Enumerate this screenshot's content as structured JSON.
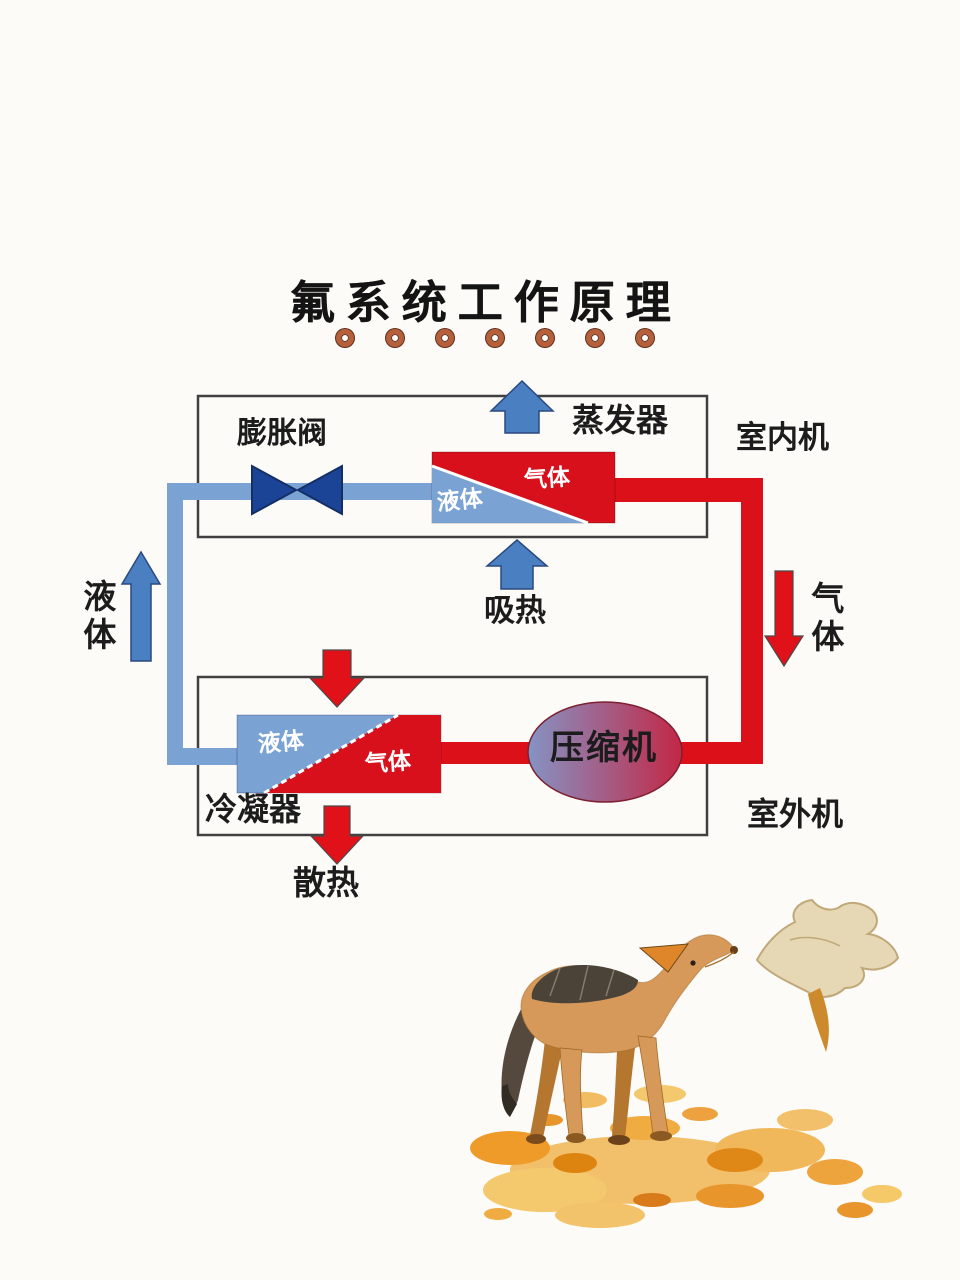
{
  "title": "氟系统工作原理",
  "decoration": {
    "dot_count": 7
  },
  "labels": {
    "expansion_valve": "膨胀阀",
    "evaporator": "蒸发器",
    "indoor_unit": "室内机",
    "absorb_heat": "吸热",
    "liquid_riser": "液体",
    "gas_downcomer": "气体",
    "evaporator_gas": "气体",
    "evaporator_liquid": "液体",
    "condenser_liquid": "液体",
    "condenser_gas": "气体",
    "compressor": "压缩机",
    "condenser": "冷凝器",
    "release_heat": "散热",
    "outdoor_unit": "室外机"
  },
  "colors": {
    "pipe_blue": "#7aa3d4",
    "valve_blue": "#1c4496",
    "arrow_blue": "#4a7fc1",
    "pipe_red": "#dc1019",
    "arrow_red": "#e01119",
    "evaporator_red": "#d8101c",
    "exchanger_blue": "#7aa3d4",
    "compressor_left": "#8593c4",
    "compressor_right": "#c32746",
    "box_border": "#404040",
    "ring_copper": "#b65f3b",
    "title_color": "#141414"
  },
  "illustration": {
    "name": "jackal-with-dried-hide",
    "ground": "orange-yellow blobs"
  }
}
